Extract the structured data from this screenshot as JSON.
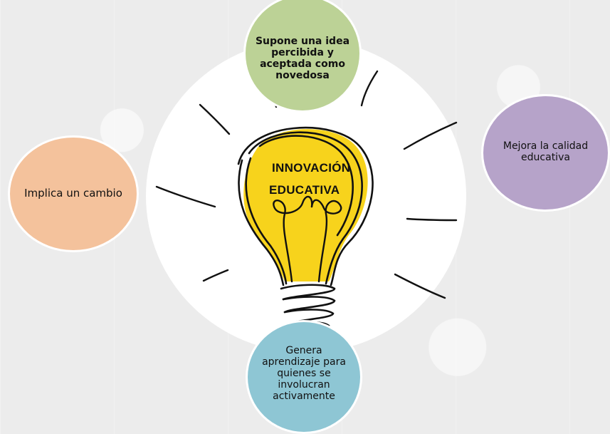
{
  "diagram": {
    "center": {
      "title_line1": "INNOVACIÓN",
      "title_line2": "EDUCATIVA"
    },
    "nodes": {
      "top": "Supone una idea percibida y aceptada como novedosa",
      "left": "Implica un cambio",
      "right": "Mejora la calidad educativa",
      "bottom": "Genera aprendizaje para quienes se involucran activamente"
    },
    "colors": {
      "top": "#bcd296",
      "left": "#f4c29c",
      "right": "#b6a3c9",
      "bottom": "#8ec6d4",
      "bulb_fill": "#f7d31c"
    }
  }
}
